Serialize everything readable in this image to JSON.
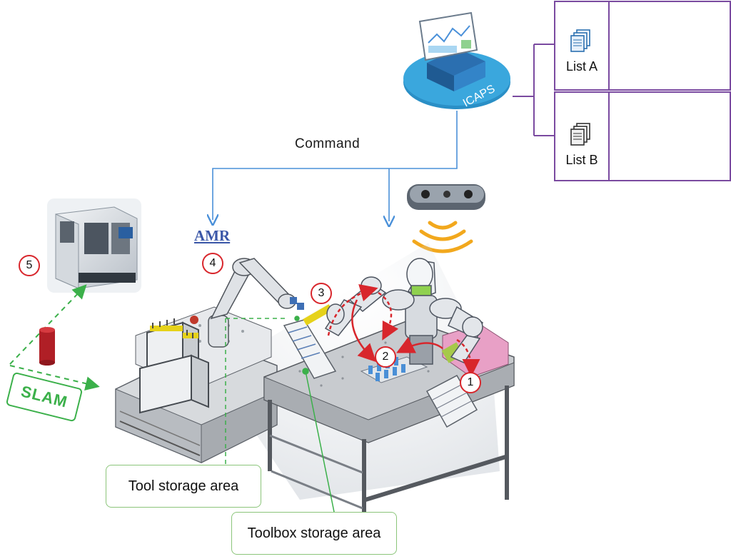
{
  "diagram": {
    "command_label": "Command",
    "amr_label": "AMR",
    "slam_label": "SLAM",
    "callouts": {
      "tool_storage": "Tool storage area",
      "toolbox_storage": "Toolbox storage area"
    },
    "lists": [
      {
        "label": "List A",
        "icon": "file-stack-icon"
      },
      {
        "label": "List B",
        "icon": "file-stack-icon"
      }
    ],
    "server_label": "ICAPS",
    "steps": [
      "1",
      "2",
      "3",
      "4",
      "5"
    ],
    "colors": {
      "command_lines": "#4a90d9",
      "slam_green": "#3bb04a",
      "step_red": "#d8262c",
      "panel_purple": "#7a4aa0",
      "signal_orange": "#f2a81d",
      "fixture_pink": "#e8a0c6",
      "tool_blue": "#4a8fd6"
    }
  }
}
